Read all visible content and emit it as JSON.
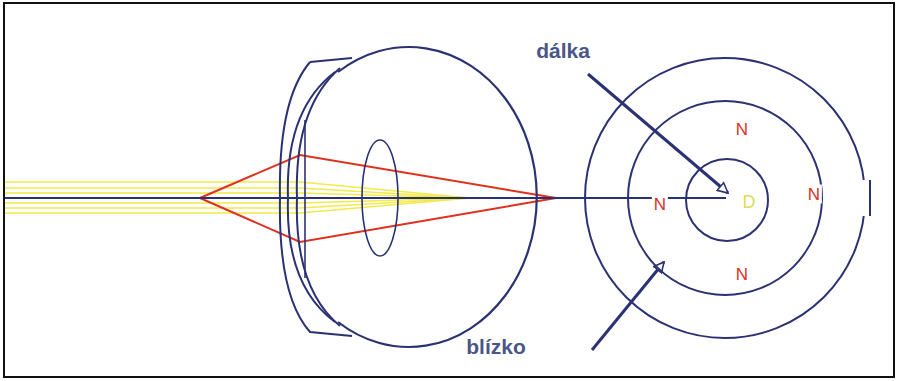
{
  "diagram": {
    "nodes": [
      {
        "text": [
          "N",
          "N",
          "N",
          "N"
        ]
      },
      {
        "text": [
          "D"
        ],
        "in": 0
      }
    ],
    "labels": [
      "dálka",
      "blízko"
    ]
  }
}
